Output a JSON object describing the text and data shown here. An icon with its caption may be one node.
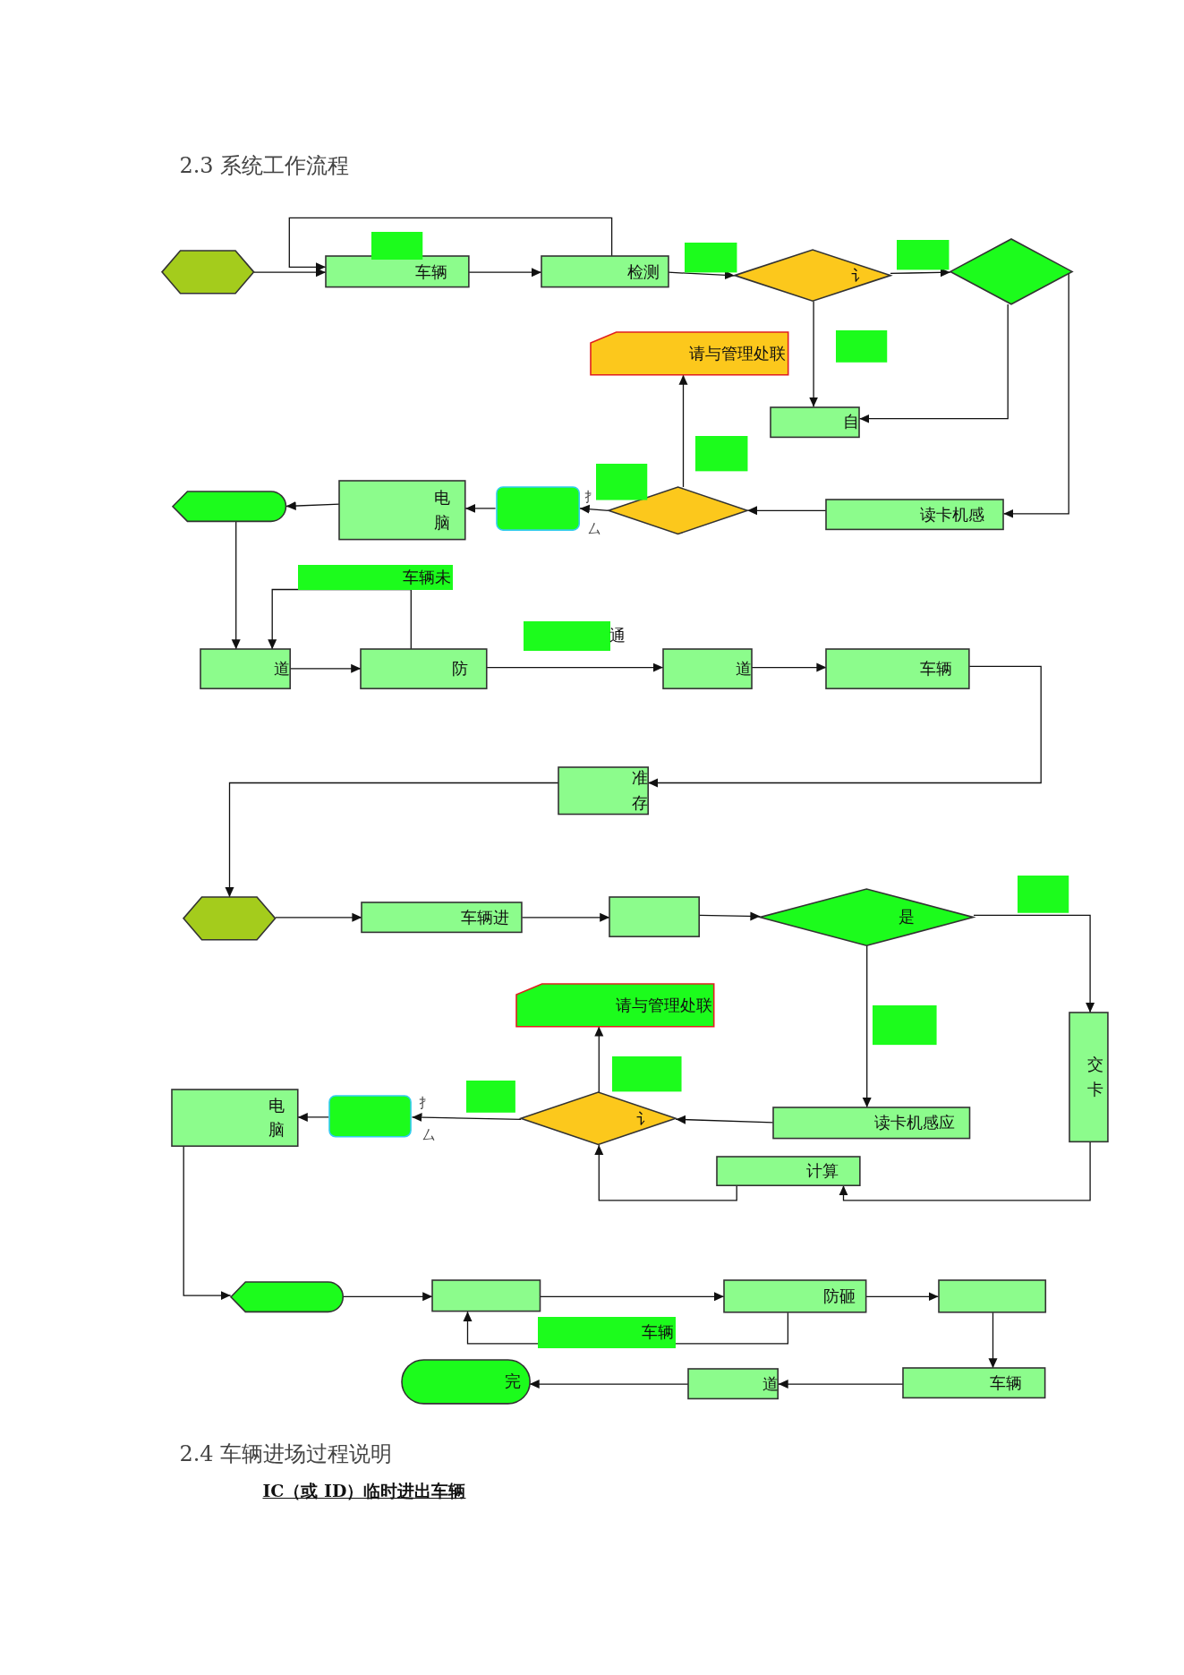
{
  "diagram": {
    "title": "2.3 系统工作流程",
    "nodes": [
      {
        "text": [],
        "shape": "hexagon"
      },
      {
        "text": [
          "车辆"
        ]
      },
      {
        "text": [
          "检测"
        ]
      },
      {
        "text": [
          "讠"
        ]
      },
      {
        "text": [],
        "shape": "diamond"
      },
      {
        "text": [
          "自"
        ]
      },
      {
        "text": [
          "请与管理处联"
        ]
      },
      {
        "text": [
          "读卡机感"
        ]
      },
      {
        "text": [],
        "shape": "diamond"
      },
      {
        "text": [],
        "shape": "box",
        "beside": [
          "扌",
          "厶"
        ]
      },
      {
        "text": [
          "电脑"
        ]
      },
      {
        "text": [],
        "shape": "display"
      },
      {
        "text": [
          "道"
        ]
      },
      {
        "text": [
          "防"
        ]
      },
      {
        "text": [
          "道"
        ]
      },
      {
        "text": [
          "车辆"
        ]
      },
      {
        "text": [
          "准存"
        ]
      },
      {
        "text": [],
        "shape": "hexagon"
      },
      {
        "text": [
          "车辆进"
        ]
      },
      {
        "text": [],
        "shape": "box"
      },
      {
        "text": [
          "是"
        ]
      },
      {
        "text": [
          "交卡"
        ]
      },
      {
        "text": [
          "请与管理处联"
        ]
      },
      {
        "text": [
          "读卡机感应"
        ]
      },
      {
        "text": [
          "讠"
        ]
      },
      {
        "text": [],
        "shape": "box",
        "beside": [
          "扌",
          "厶"
        ]
      },
      {
        "text": [
          "电脑"
        ]
      },
      {
        "text": [
          "计算"
        ]
      },
      {
        "text": [],
        "shape": "display"
      },
      {
        "text": [],
        "shape": "box"
      },
      {
        "text": [
          "防砸"
        ]
      },
      {
        "text": [],
        "shape": "box"
      },
      {
        "text": [
          "车辆"
        ]
      },
      {
        "text": [
          "道"
        ]
      },
      {
        "text": [
          "完"
        ]
      },
      {
        "text": [],
        "shape": "box"
      },
      {
        "text": [],
        "shape": "box"
      },
      {
        "text": [],
        "shape": "box"
      },
      {
        "text": [],
        "shape": "box"
      },
      {
        "text": [],
        "shape": "box"
      },
      {
        "text": [],
        "shape": "box"
      },
      {
        "text": [],
        "shape": "box"
      },
      {
        "text": [],
        "shape": "box"
      },
      {
        "text": [],
        "shape": "box"
      },
      {
        "text": [],
        "shape": "box"
      }
    ],
    "edges": [
      {
        "from": 0,
        "to": 1,
        "arrow": "to"
      },
      {
        "from": 1,
        "to": 2,
        "arrow": "to"
      },
      {
        "from": 2,
        "to": 1,
        "arrow": "to"
      },
      {
        "from": 2,
        "to": 3,
        "arrow": "to"
      },
      {
        "from": 3,
        "to": 4,
        "arrow": "to"
      },
      {
        "from": 3,
        "to": 5,
        "arrow": "to"
      },
      {
        "from": 4,
        "to": 5,
        "arrow": "to"
      },
      {
        "from": 4,
        "to": 7,
        "arrow": "to"
      },
      {
        "from": 7,
        "to": 8,
        "arrow": "to"
      },
      {
        "from": 8,
        "to": 6,
        "arrow": "to"
      },
      {
        "from": 8,
        "to": 9,
        "arrow": "to"
      },
      {
        "from": 9,
        "to": 10,
        "arrow": "to"
      },
      {
        "from": 10,
        "to": 11,
        "arrow": "to"
      },
      {
        "from": 11,
        "to": 12,
        "arrow": "to"
      },
      {
        "from": 13,
        "to": 12,
        "arrow": "to",
        "label": "车辆未"
      },
      {
        "from": 12,
        "to": 13,
        "arrow": "to"
      },
      {
        "from": 13,
        "to": 14,
        "arrow": "to",
        "label": "通"
      },
      {
        "from": 14,
        "to": 15,
        "arrow": "to"
      },
      {
        "from": 15,
        "to": 16,
        "arrow": "to"
      },
      {
        "from": 16,
        "to": 17,
        "arrow": "to"
      },
      {
        "from": 17,
        "to": 18,
        "arrow": "to"
      },
      {
        "from": 18,
        "to": 19,
        "arrow": "to"
      },
      {
        "from": 19,
        "to": 20,
        "arrow": "to"
      },
      {
        "from": 20,
        "to": 21,
        "arrow": "to"
      },
      {
        "from": 20,
        "to": 23,
        "arrow": "to"
      },
      {
        "from": 23,
        "to": 24,
        "arrow": "to"
      },
      {
        "from": 24,
        "to": 22,
        "arrow": "to"
      },
      {
        "from": 24,
        "to": 25,
        "arrow": "to"
      },
      {
        "from": 25,
        "to": 26,
        "arrow": "to"
      },
      {
        "from": 21,
        "to": 27,
        "arrow": "to"
      },
      {
        "from": 27,
        "to": 24,
        "arrow": "to"
      },
      {
        "from": 26,
        "to": 28,
        "arrow": "to"
      },
      {
        "from": 28,
        "to": 29,
        "arrow": "to"
      },
      {
        "from": 29,
        "to": 30,
        "arrow": "to"
      },
      {
        "from": 30,
        "to": 29,
        "arrow": "to",
        "label": "车辆"
      },
      {
        "from": 30,
        "to": 31,
        "arrow": "to"
      },
      {
        "from": 31,
        "to": 32,
        "arrow": "to"
      },
      {
        "from": 32,
        "to": 33,
        "arrow": "to"
      },
      {
        "from": 33,
        "to": 34,
        "arrow": "to"
      }
    ],
    "labels": [
      "2.4 车辆进场过程说明",
      "IC（或 ID）临时进出车辆"
    ]
  }
}
